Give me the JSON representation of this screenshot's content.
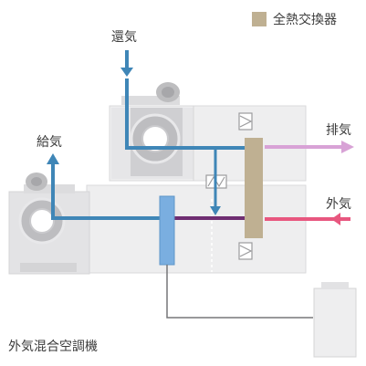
{
  "legend": {
    "label": "全熱交換器",
    "color": "#bfb092"
  },
  "labels": {
    "return_air": "還気",
    "supply_air": "給気",
    "exhaust_air": "排気",
    "outside_air": "外気",
    "caption": "外気混合空調機"
  },
  "colors": {
    "exhaust": "#d8a2d6",
    "outside": "#e8577f",
    "duct_blue": "#3f86b7",
    "mixed": "#6f2d72",
    "coil": "#7aaee0",
    "unit_body": "#eeeeef",
    "fan": "#d4d4d6"
  }
}
